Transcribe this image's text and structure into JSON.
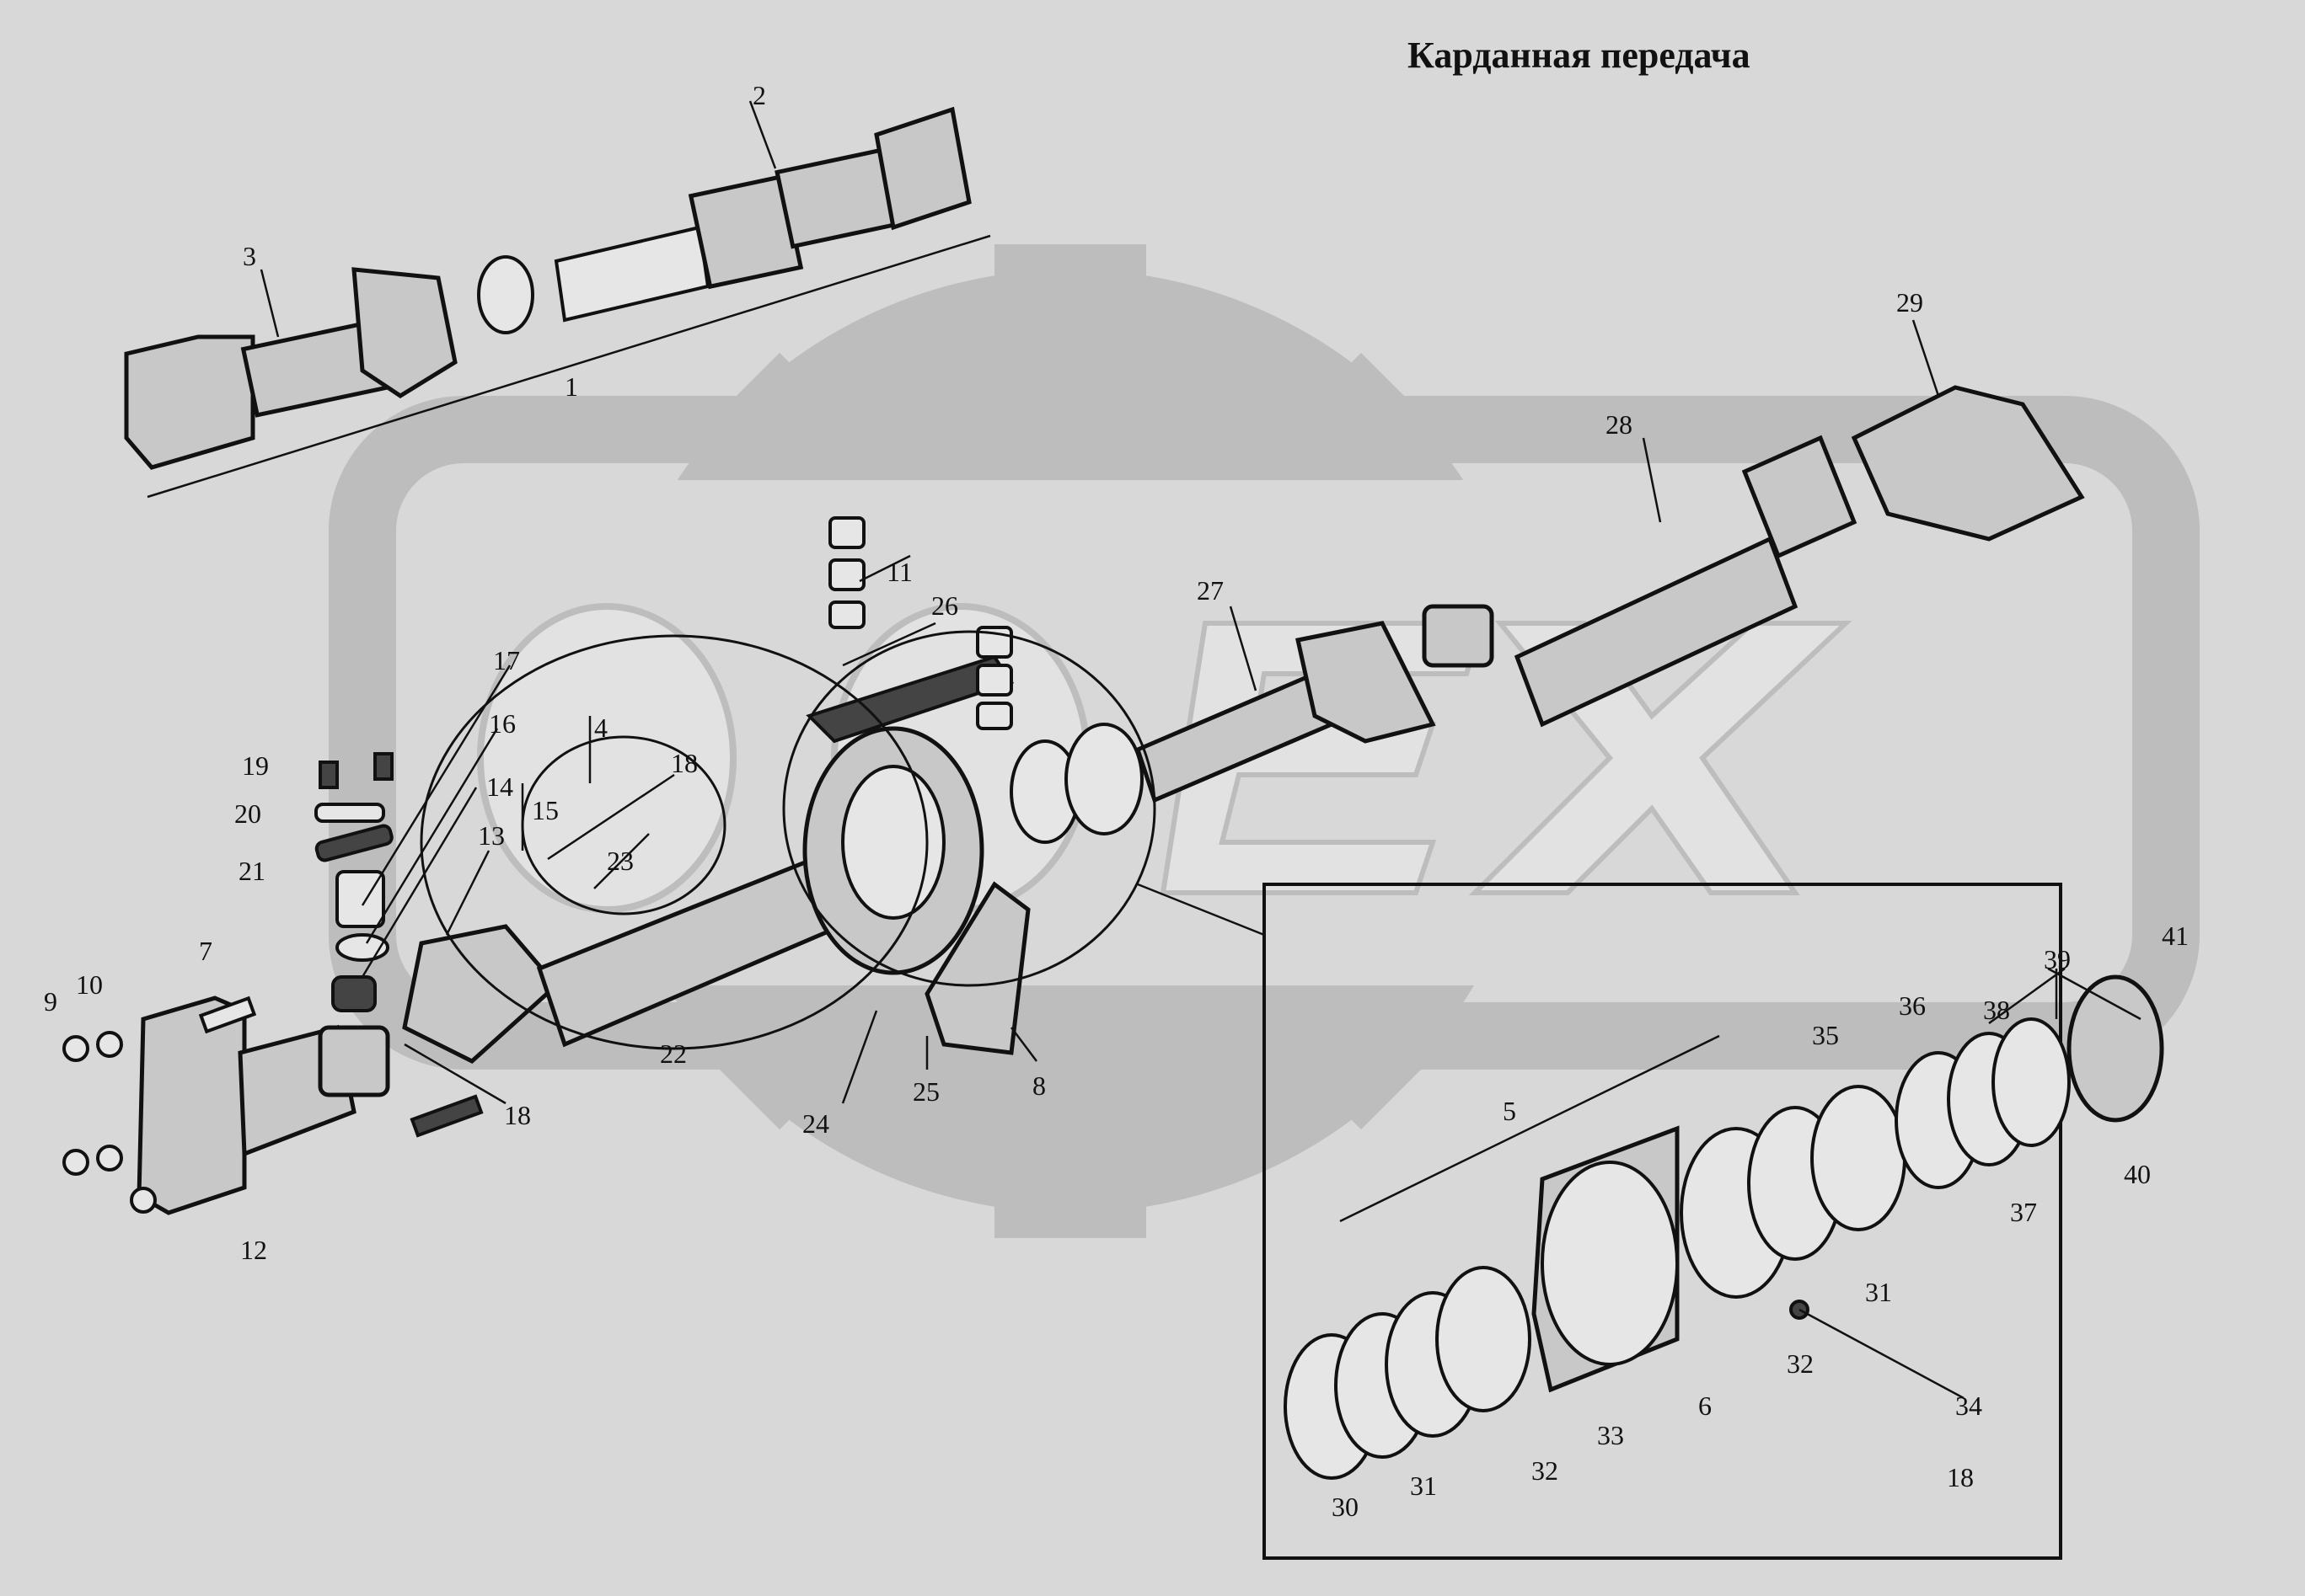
{
  "title": "Карданная передача",
  "colors": {
    "background": "#d8d8d8",
    "watermark": "#bdbdbd",
    "ink": "#111111"
  },
  "watermark_text": "OPEX",
  "callouts": [
    "1",
    "2",
    "3",
    "4",
    "5",
    "6",
    "7",
    "8",
    "9",
    "10",
    "11",
    "12",
    "13",
    "14",
    "15",
    "16",
    "17",
    "18",
    "19",
    "20",
    "21",
    "22",
    "23",
    "24",
    "25",
    "26",
    "27",
    "28",
    "29",
    "30",
    "31",
    "32",
    "33",
    "34",
    "35",
    "36",
    "37",
    "38",
    "39",
    "40",
    "41"
  ]
}
